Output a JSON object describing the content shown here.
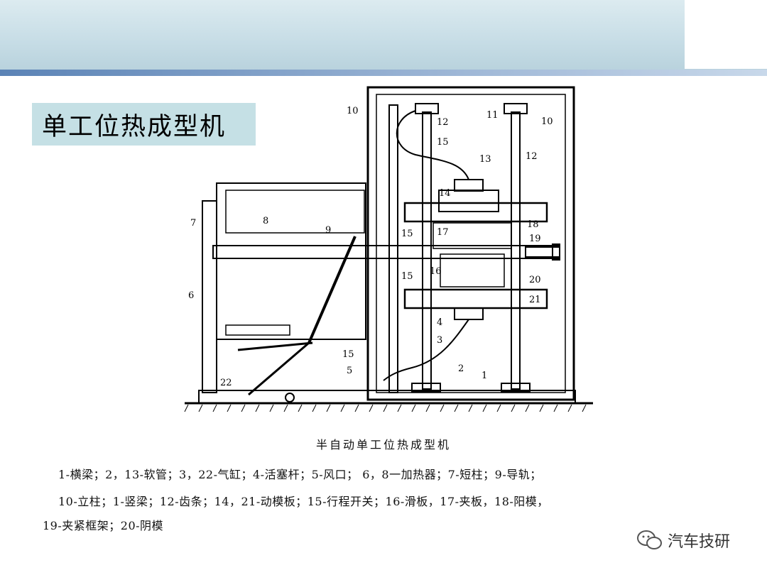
{
  "slide": {
    "title": "单工位热成型机",
    "caption": "半自动单工位热成型机",
    "legend_lines": [
      "1-横梁；2，13-软管；3，22-气缸；4-活塞杆；5-风口；  6，8一加热器；7-短柱；9-导轨；",
      "10-立柱；1-竖梁；12-齿条；14，21-动模板；15-行程开关；16-滑板，17-夹板，18-阳模，",
      "19-夹紧框架；20-阴模"
    ],
    "watermark": "汽车技研",
    "watermark_icon": "wechat-icon"
  },
  "diagram": {
    "labels": [
      "10",
      "11",
      "10",
      "12",
      "15",
      "13",
      "12",
      "14",
      "8",
      "7",
      "9",
      "15",
      "17",
      "18",
      "19",
      "16",
      "20",
      "15",
      "21",
      "6",
      "4",
      "3",
      "15",
      "5",
      "2",
      "1",
      "22"
    ]
  }
}
